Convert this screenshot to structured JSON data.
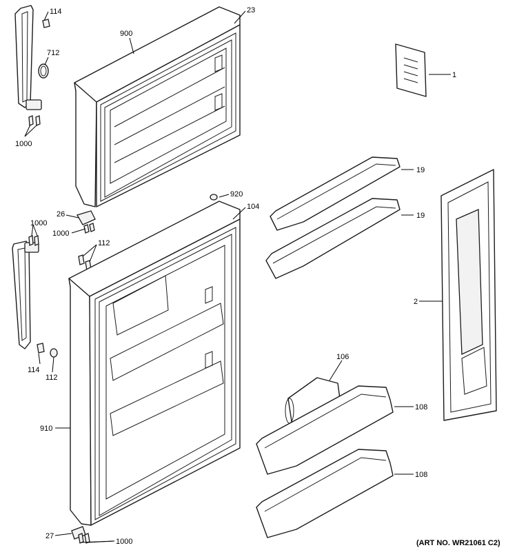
{
  "callouts": {
    "c114a": "114",
    "c712": "712",
    "c1000a": "1000",
    "c900": "900",
    "c23": "23",
    "c1": "1",
    "c920": "920",
    "c104": "104",
    "c26": "26",
    "c1000b": "1000",
    "c1000c": "1000",
    "c112a": "112",
    "c19a": "19",
    "c19b": "19",
    "c2": "2",
    "c114b": "114",
    "c112b": "112",
    "c910": "910",
    "c106": "106",
    "c108a": "108",
    "c108b": "108",
    "c27": "27",
    "c1000d": "1000"
  },
  "art_number": "(ART NO. WR21061 C2)"
}
